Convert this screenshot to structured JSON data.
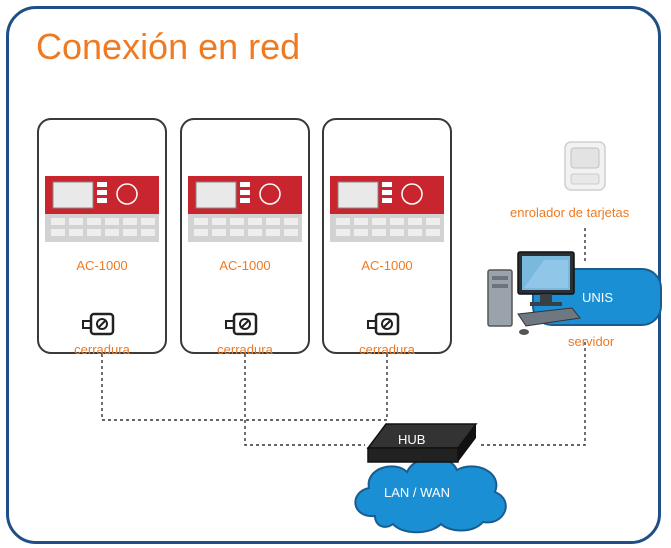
{
  "title": "Conexión en red",
  "devices": [
    {
      "label": "AC-1000",
      "lock_label": "cerradura"
    },
    {
      "label": "AC-1000",
      "lock_label": "cerradura"
    },
    {
      "label": "AC-1000",
      "lock_label": "cerradura"
    }
  ],
  "card_enroller_label": "enrolador de tarjetas",
  "server_label": "servidor",
  "unis_label": "UNIS",
  "hub_label": "HUB",
  "network_label": "LAN / WAN",
  "colors": {
    "frame": "#1f4f86",
    "accent": "#ef7a21",
    "blue": "#1b8fd4",
    "device_red": "#c9252f"
  }
}
